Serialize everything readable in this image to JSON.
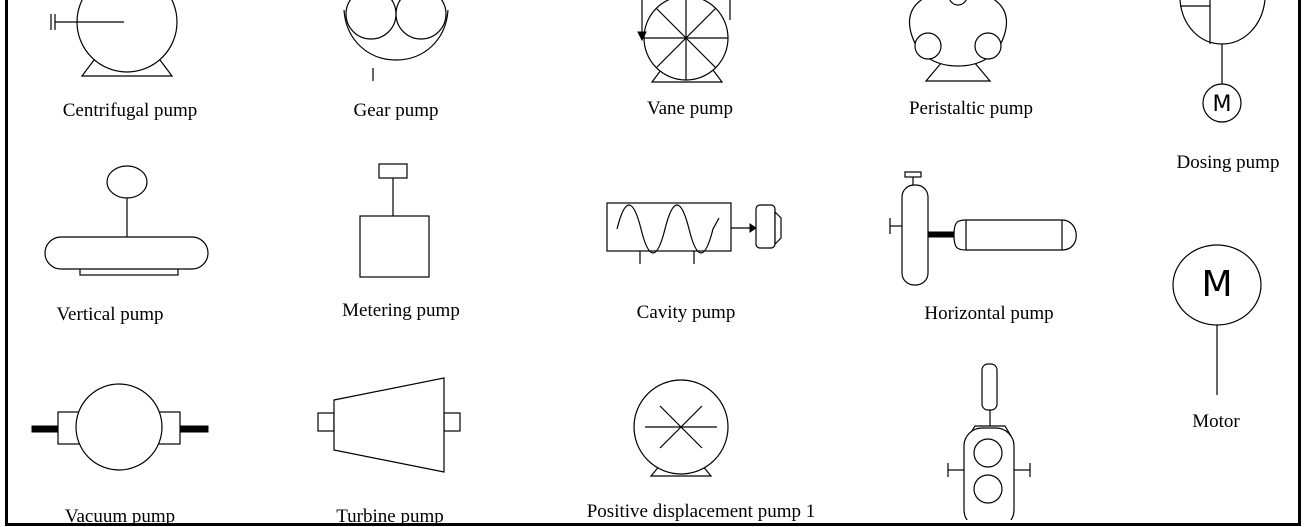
{
  "symbols": {
    "centrifugal": "Centrifugal pump",
    "gear": "Gear pump",
    "vane": "Vane pump",
    "peristaltic": "Peristaltic pump",
    "dosing": "Dosing pump",
    "vertical": "Vertical pump",
    "metering": "Metering pump",
    "cavity": "Cavity pump",
    "horizontal": "Horizontal pump",
    "motor": "Motor",
    "vacuum": "Vacuum pump",
    "turbine": "Turbine pump",
    "positive_displacement": "Positive displacement pump 1"
  },
  "motor_letter": "M"
}
